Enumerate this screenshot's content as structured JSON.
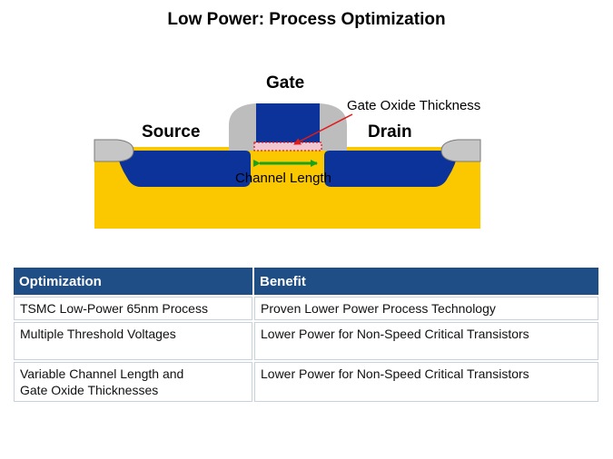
{
  "title": "Low Power: Process Optimization",
  "diagram": {
    "gate_label": "Gate",
    "source_label": "Source",
    "drain_label": "Drain",
    "oxide_label": "Gate Oxide Thickness",
    "channel_label": "Channel Length",
    "colors": {
      "substrate": "#fbc800",
      "well": "#0b3399",
      "spacer": "#bdbdbd",
      "arrow": "#1aa31a",
      "pointer": "#e21a1a"
    }
  },
  "table": {
    "headers": [
      "Optimization",
      "Benefit"
    ],
    "rows": [
      [
        "TSMC Low-Power 65nm Process",
        "Proven Lower Power Process Technology"
      ],
      [
        "Multiple Threshold Voltages",
        "Lower Power for Non-Speed Critical Transistors"
      ],
      [
        "Variable Channel Length and\nGate Oxide Thicknesses",
        "Lower Power for Non-Speed Critical Transistors"
      ]
    ],
    "row3_opt_line1": "Variable Channel Length and",
    "row3_opt_line2": "Gate Oxide Thicknesses"
  }
}
